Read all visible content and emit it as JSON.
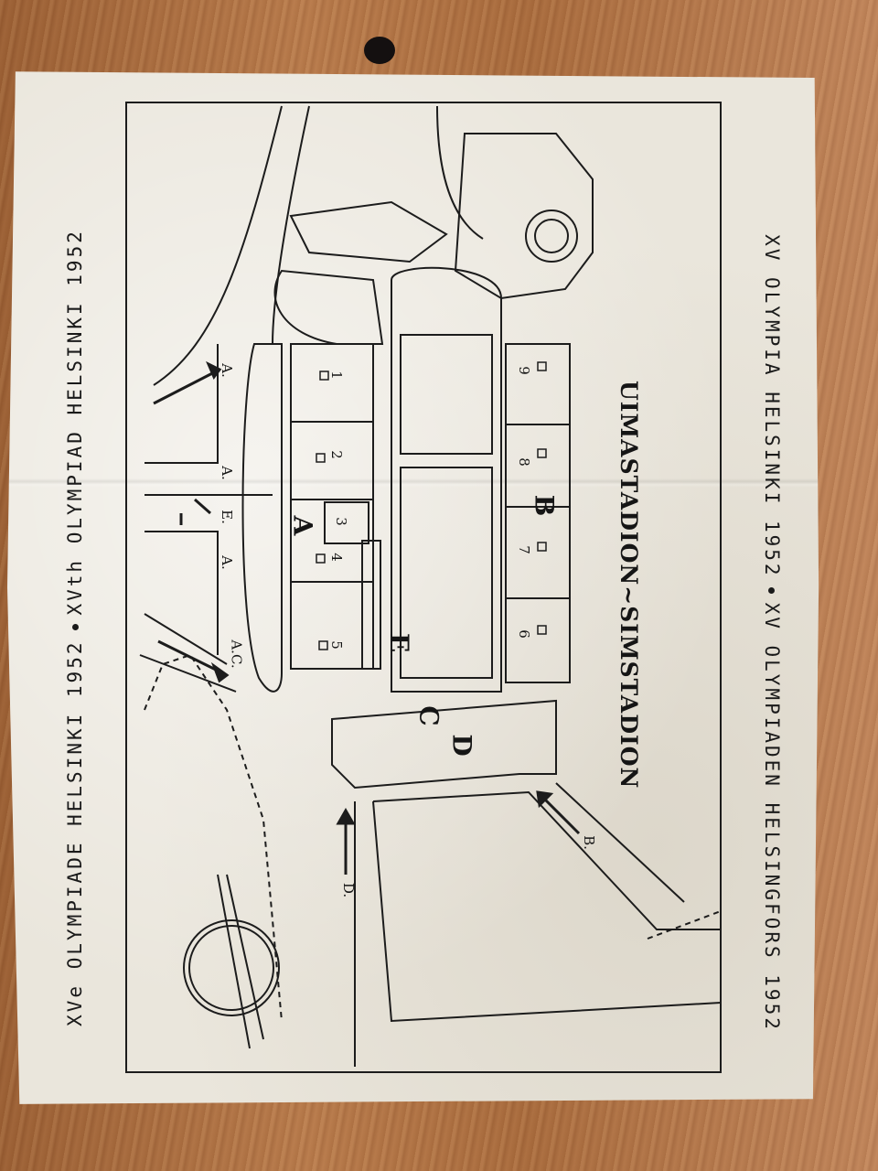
{
  "ticket": {
    "edge_right": [
      "XV OLYMPIA HELSINKI 1952",
      "XV OLYMPIADEN HELSINGFORS 1952"
    ],
    "edge_left": [
      "XVe OLYMPIADE HELSINKI 1952",
      "XVth OLYMPIAD HELSINKI 1952"
    ],
    "stadium_name": "UIMASTADION~SIMSTADION"
  },
  "map": {
    "sections": [
      {
        "id": "A",
        "label": "A"
      },
      {
        "id": "B",
        "label": "B"
      },
      {
        "id": "C",
        "label": "C"
      },
      {
        "id": "D",
        "label": "D"
      },
      {
        "id": "E",
        "label": "E"
      }
    ],
    "section_numbers": [
      "1",
      "2",
      "3",
      "4",
      "5",
      "6",
      "7",
      "8",
      "9"
    ],
    "entrances": [
      "A.",
      "A.",
      "E.",
      "A.",
      "A.C.",
      "B.",
      "D."
    ]
  },
  "colors": {
    "paper": "#eae6dc",
    "ink": "#1a1a1a",
    "table": "#a86a3c"
  }
}
